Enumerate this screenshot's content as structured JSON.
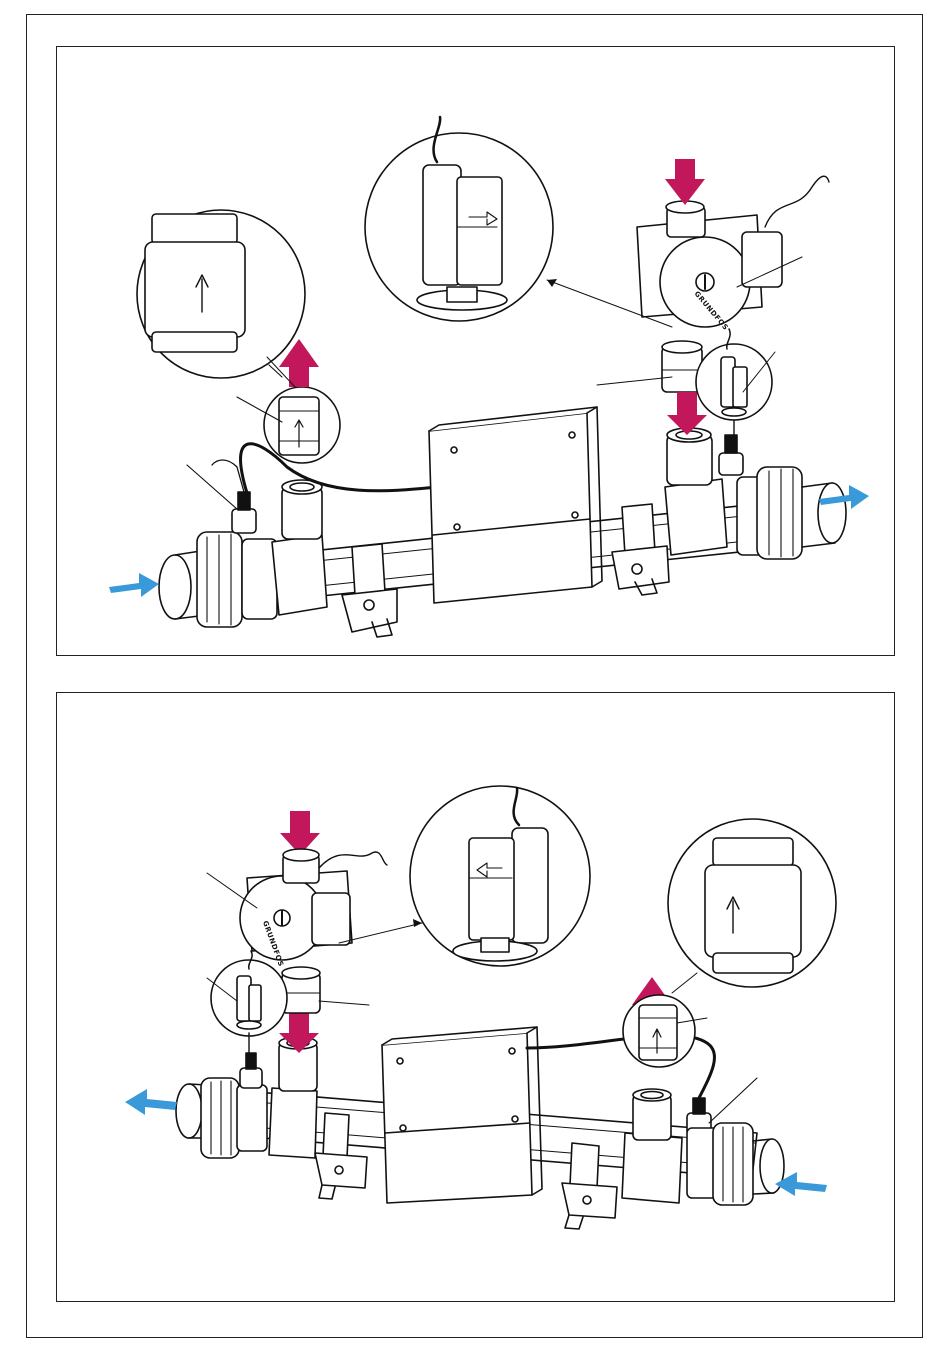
{
  "diagram": {
    "panels": [
      {
        "id": "installation-right-to-left-arrangement",
        "flow_in": "left",
        "flow_out": "right"
      },
      {
        "id": "installation-left-to-right-arrangement",
        "flow_in": "right",
        "flow_out": "left"
      }
    ],
    "pump_brand": "GRUNDFOS",
    "colors": {
      "flow_arrow": "#3a9ad9",
      "pump_direction_arrow": "#c2185b",
      "line": "#111111",
      "fill": "#ffffff"
    },
    "icons": [
      "check-valve-icon",
      "flow-switch-icon",
      "circulation-pump-icon",
      "control-box-icon",
      "heat-exchanger-icon"
    ]
  }
}
